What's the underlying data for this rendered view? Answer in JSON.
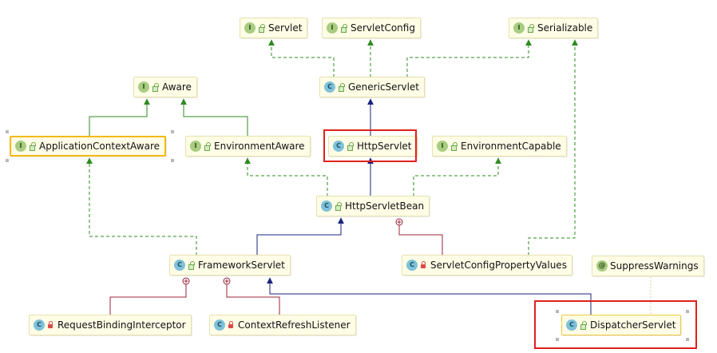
{
  "nodes": {
    "servlet": {
      "label": "Servlet",
      "kind": "I",
      "visibility": "public"
    },
    "servlet_config": {
      "label": "ServletConfig",
      "kind": "I",
      "visibility": "public"
    },
    "serializable": {
      "label": "Serializable",
      "kind": "I",
      "visibility": "public"
    },
    "aware": {
      "label": "Aware",
      "kind": "I",
      "visibility": "public"
    },
    "generic_servlet": {
      "label": "GenericServlet",
      "kind": "C",
      "visibility": "public"
    },
    "application_context_aware": {
      "label": "ApplicationContextAware",
      "kind": "I",
      "visibility": "public"
    },
    "environment_aware": {
      "label": "EnvironmentAware",
      "kind": "I",
      "visibility": "public"
    },
    "http_servlet": {
      "label": "HttpServlet",
      "kind": "C",
      "visibility": "public"
    },
    "environment_capable": {
      "label": "EnvironmentCapable",
      "kind": "I",
      "visibility": "public"
    },
    "http_servlet_bean": {
      "label": "HttpServletBean",
      "kind": "C",
      "visibility": "public"
    },
    "framework_servlet": {
      "label": "FrameworkServlet",
      "kind": "C",
      "visibility": "public"
    },
    "servlet_config_property_values": {
      "label": "ServletConfigPropertyValues",
      "kind": "C",
      "visibility": "private"
    },
    "suppress_warnings": {
      "label": "SuppressWarnings",
      "kind": "@",
      "visibility": "none"
    },
    "request_binding_interceptor": {
      "label": "RequestBindingInterceptor",
      "kind": "C",
      "visibility": "private"
    },
    "context_refresh_listener": {
      "label": "ContextRefreshListener",
      "kind": "C",
      "visibility": "private"
    },
    "dispatcher_servlet": {
      "label": "DispatcherServlet",
      "kind": "C",
      "visibility": "public"
    }
  },
  "colors": {
    "implements": "#2e8b1f",
    "extends": "#1a237e",
    "inner": "#9b2335",
    "annotation": "#d8cfa0",
    "highlight": "#e0201c"
  }
}
